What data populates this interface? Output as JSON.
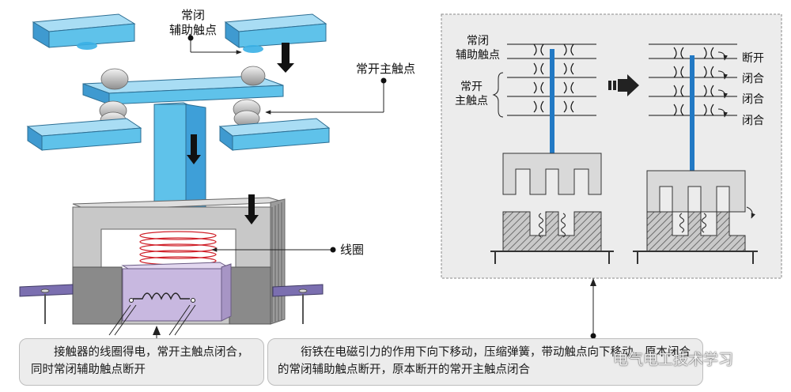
{
  "labels": {
    "nc_aux_l1": "常闭",
    "nc_aux_l2": "辅助触点",
    "no_main": "常开主触点",
    "coil": "线圈"
  },
  "schematic": {
    "nc_aux_l1": "常闭",
    "nc_aux_l2": "辅助触点",
    "no_main_l1": "常开",
    "no_main_l2": "主触点",
    "state_break": "断开",
    "state_close": "闭合"
  },
  "captions": {
    "left": "接触器的线圈得电，常开主触点闭合，同时常闭辅助触点断开",
    "right": "衔铁在电磁引力的作用下向下移动，压缩弹簧，带动触点向下移动，原本闭合的常闭辅助触点断开，原本断开的常开主触点闭合"
  },
  "watermark": "电气电工技术学习",
  "colors": {
    "contact_blue": "#5fc2ea",
    "armature_blue": "#3e9fd8",
    "core_gray": "#c8c8c8",
    "coil_purple": "#c8b8e0",
    "coil_red": "#d0212a",
    "panel_bg": "#ececec"
  }
}
